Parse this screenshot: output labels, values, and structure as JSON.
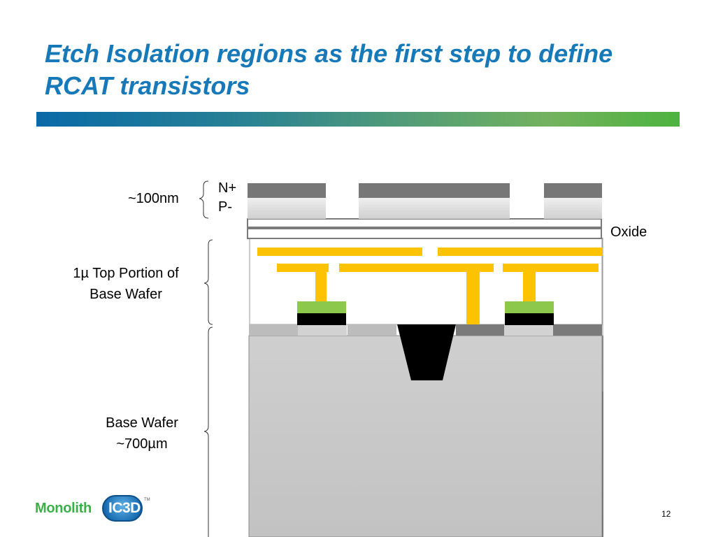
{
  "slide": {
    "title_line1": "Etch Isolation regions as the first step to define",
    "title_line2": "RCAT transistors",
    "page_number": "12"
  },
  "labels": {
    "thickness_top": "~100nm",
    "n_plus": "N+",
    "p_minus": "P-",
    "oxide": "Oxide",
    "top_portion_line1": "1µ Top Portion of",
    "top_portion_line2": "Base Wafer",
    "base_wafer_line1": "Base Wafer",
    "base_wafer_line2": "~700µm"
  },
  "logo": {
    "wordmark": "Monolith",
    "badge": "IC3D",
    "trademark": "TM"
  },
  "colors": {
    "title": "#1879b9",
    "n_plus_layer": "#777777",
    "p_minus_layer": "#d8d8d8",
    "interconnect": "#fdc300",
    "contact_green": "#8cc84b",
    "gate_black": "#000000",
    "wafer_gray": "#c8c8c8"
  }
}
